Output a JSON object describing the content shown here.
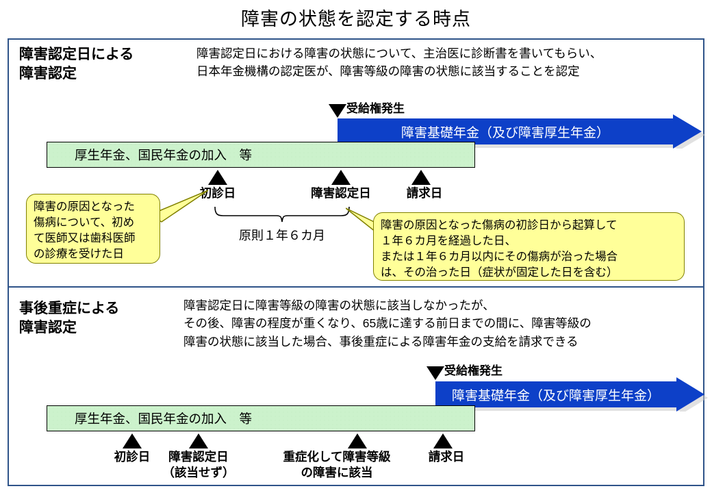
{
  "title": "障害の状態を認定する時点",
  "sections": [
    {
      "heading": "障害認定日による\n障害認定",
      "description": "障害認定日における障害の状態について、主治医に診断書を書いてもらい、\n日本年金機構の認定医が、障害等級の障害の状態に該当することを認定",
      "entitlement_label": "受給権発生",
      "pension_arrow_label": "障害基礎年金（及び障害厚生年金）",
      "green_bar_label": "厚生年金、国民年金の加入　等",
      "markers": [
        {
          "label": "初診日"
        },
        {
          "label": "障害認定日"
        },
        {
          "label": "請求日"
        }
      ],
      "brace_label": "原則１年６カ月",
      "callouts": [
        {
          "text": "障害の原因となった\n傷病について、初め\nて医師又は歯科医師\nの診療を受けた日"
        },
        {
          "text": "障害の原因となった傷病の初診日から起算して\n１年６カ月を経過した日、\nまたは１年６カ月以内にその傷病が治った場合\nは、その治った日（症状が固定した日を含む）"
        }
      ]
    },
    {
      "heading": "事後重症による\n障害認定",
      "description": "障害認定日に障害等級の障害の状態に該当しなかったが、\nその後、障害の程度が重くなり、65歳に達する前日までの間に、障害等級の\n障害の状態に該当した場合、事後重症による障害年金の支給を請求できる",
      "entitlement_label": "受給権発生",
      "pension_arrow_label": "障害基礎年金（及び障害厚生年金）",
      "green_bar_label": "厚生年金、国民年金の加入　等",
      "markers": [
        {
          "label": "初診日"
        },
        {
          "label": "障害認定日\n（該当せず）"
        },
        {
          "label": "重症化して障害等級\nの障害に該当"
        },
        {
          "label": "請求日"
        }
      ]
    }
  ],
  "colors": {
    "frame_border": "#2E5389",
    "pension_arrow": "#0D3FC8",
    "green_bar": "#CCF2CC",
    "callout_fill": "#FFFF99",
    "callout_border": "#808000",
    "marker": "#000000",
    "text": "#000000"
  }
}
